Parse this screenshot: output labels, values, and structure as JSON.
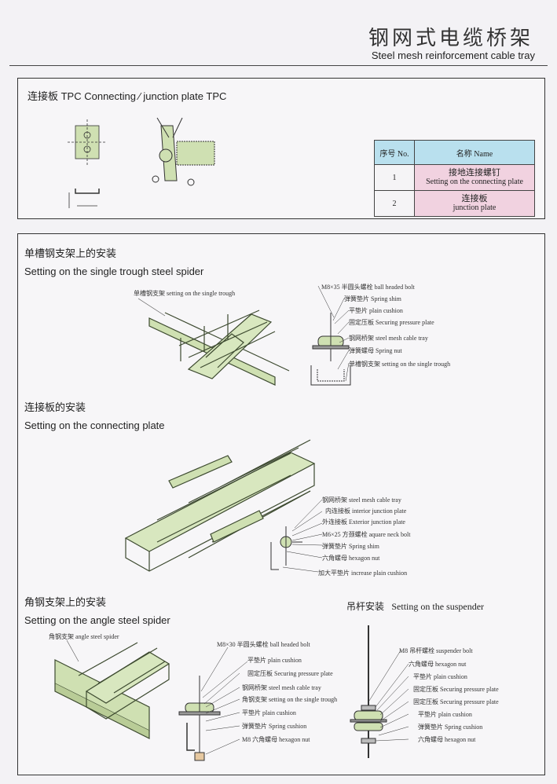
{
  "header": {
    "title_cn": "钢网式电缆桥架",
    "title_en": "Steel mesh reinforcement cable tray"
  },
  "section1": {
    "title": "连接板 TPC Connecting ∕ junction plate TPC",
    "table": {
      "headers": [
        "序号 No.",
        "名称 Name"
      ],
      "rows": [
        {
          "no": "1",
          "name_cn": "接地连接螺钉",
          "name_en": "Setting on the connecting plate"
        },
        {
          "no": "2",
          "name_cn": "连接板",
          "name_en": "junction plate"
        }
      ]
    }
  },
  "section2": {
    "title_cn": "单槽钢支架上的安装",
    "title_en": "Setting on the single trough steel spider",
    "label_spider": "单槽钢支架 setting on the single trough",
    "callouts": [
      "M8×35 半圆头螺栓 ball headed bolt",
      "弹簧垫片 Spring shim",
      "平垫片 plain cushion",
      "固定压板 Securing pressure plate",
      "钢网桥架 steel mesh cable tray",
      "弹簧螺母 Spring nut",
      "单槽钢支架 setting on the single trough"
    ]
  },
  "section3": {
    "title_cn": "连接板的安装",
    "title_en": "Setting on the connecting plate",
    "callouts": [
      "钢网桥架 steel mesh cable tray",
      "内连接板 interior junction plate",
      "外连接板 Exterior junction plate",
      "M6×25 方颈螺栓 aquare neck bolt",
      "弹簧垫片 Spring shim",
      "六角螺母 hexagon nut",
      "加大平垫片 increase plain cushion"
    ]
  },
  "section4": {
    "title_cn": "角钢支架上的安装",
    "title_en": "Setting on the angle steel spider",
    "label_spider": "角钢支架 angle steel spider",
    "callouts": [
      "M8×30 半圆头螺栓 ball headed bolt",
      "平垫片 plain cushion",
      "固定压板 Securing pressure plate",
      "钢网桥架 steel mesh cable tray",
      "角钢支架 setting on the single trough",
      "平垫片 plain cushion",
      "弹簧垫片 Spring cushion",
      "M8 六角螺母 hexagon nut"
    ]
  },
  "section5": {
    "title_cn": "吊杆安装",
    "title_en": "Setting on the suspender",
    "callouts": [
      "M8 吊杆螺栓 suspender bolt",
      "六角螺母 hexagon nut",
      "平垫片 plain cushion",
      "固定压板 Securing pressure plate",
      "固定压板 Securing pressure plate",
      "平垫片 plain cushion",
      "弹簧垫片 Spring cushion",
      "六角螺母 hexagon nut"
    ]
  },
  "colors": {
    "tray_green": "#cfe0b2",
    "tray_stroke": "#3d4a30",
    "table_header": "#b9e0ee",
    "table_name": "#f1d2e0"
  }
}
